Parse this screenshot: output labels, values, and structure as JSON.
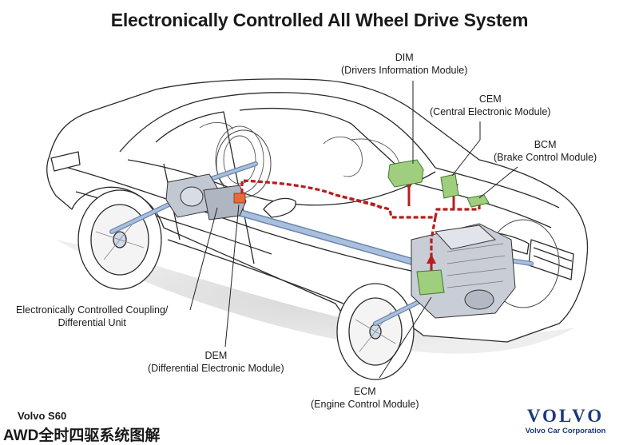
{
  "title": "Electronically Controlled All Wheel Drive System",
  "labels": {
    "dim": {
      "name": "DIM",
      "desc": "(Drivers Information Module)"
    },
    "cem": {
      "name": "CEM",
      "desc": "(Central Electronic Module)"
    },
    "bcm": {
      "name": "BCM",
      "desc": "(Brake Control Module)"
    },
    "coupling": {
      "line1": "Electronically Controlled Coupling/",
      "line2": "Differential Unit"
    },
    "dem": {
      "name": "DEM",
      "desc": "(Differential Electronic Module)"
    },
    "ecm": {
      "name": "ECM",
      "desc": "(Engine Control Module)"
    }
  },
  "footer": {
    "model": "Volvo S60",
    "subtitle_cn": "AWD全时四驱系统图解"
  },
  "brand": {
    "wordmark": "VOLVO",
    "sub": "Volvo Car Corporation"
  },
  "colors": {
    "module_green": "#9fcf7e",
    "wire_red": "#b51f1f",
    "shaft_blue": "#a9bfdc",
    "brand_blue": "#1c3a78",
    "dem_orange": "#e86a3a"
  }
}
